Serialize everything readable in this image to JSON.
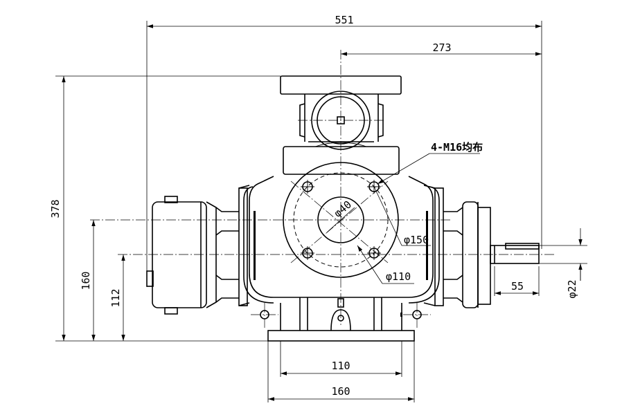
{
  "dimensions": {
    "overall_width": "551",
    "shaft_offset": "273",
    "overall_height": "378",
    "shaft_height": "160",
    "motor_axis_height": "112",
    "shaft_length": "55",
    "shaft_diameter": "φ22",
    "base_hole_spacing": "110",
    "base_width": "160",
    "bore_diameter": "φ40",
    "bolt_circle": "φ150",
    "pilot_diameter": "φ110"
  },
  "callouts": {
    "bolt_pattern": "4-M16均布"
  }
}
